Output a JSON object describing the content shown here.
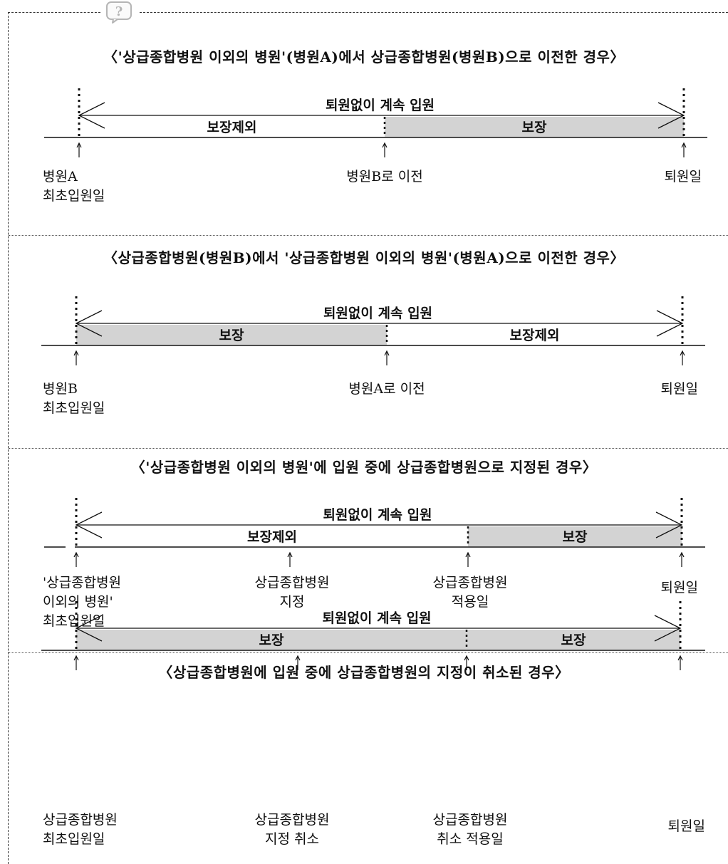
{
  "sections": [
    {
      "heading": "〈'상급종합병원 이외의 병원'(병원A)에서 상급종합병원(병원B)으로 이전한 경우〉",
      "span_label": "퇴원없이 계속 입원",
      "segments": [
        {
          "label": "보장제외",
          "shaded": false
        },
        {
          "label": "보장",
          "shaded": true
        }
      ],
      "markers": [
        {
          "lines": [
            "병원A",
            "최초입원일"
          ]
        },
        {
          "lines": [
            "병원B로 이전"
          ]
        },
        {
          "lines": [
            "퇴원일"
          ]
        }
      ]
    },
    {
      "heading": "〈상급종합병원(병원B)에서 '상급종합병원 이외의 병원'(병원A)으로 이전한 경우〉",
      "span_label": "퇴원없이 계속 입원",
      "segments": [
        {
          "label": "보장",
          "shaded": true
        },
        {
          "label": "보장제외",
          "shaded": false
        }
      ],
      "markers": [
        {
          "lines": [
            "병원B",
            "최초입원일"
          ]
        },
        {
          "lines": [
            "병원A로 이전"
          ]
        },
        {
          "lines": [
            "퇴원일"
          ]
        }
      ]
    },
    {
      "heading": "〈'상급종합병원 이외의 병원'에 입원 중에 상급종합병원으로 지정된 경우〉",
      "span_label": "퇴원없이 계속 입원",
      "segments": [
        {
          "label": "보장제외",
          "shaded": false
        },
        {
          "label": "보장",
          "shaded": true
        }
      ],
      "markers": [
        {
          "lines": [
            "'상급종합병원",
            "이외의 병원'",
            "최초입원일"
          ]
        },
        {
          "lines": [
            "상급종합병원",
            "지정"
          ]
        },
        {
          "lines": [
            "상급종합병원",
            "적용일"
          ]
        },
        {
          "lines": [
            "퇴원일"
          ]
        }
      ]
    },
    {
      "heading": "〈상급종합병원에 입원 중에 상급종합병원의 지정이 취소된 경우〉",
      "span_label": "퇴원없이 계속 입원",
      "segments": [
        {
          "label": "보장",
          "shaded": true
        },
        {
          "label": "보장",
          "shaded": true
        }
      ],
      "markers": [
        {
          "lines": [
            "상급종합병원",
            "최초입원일"
          ]
        },
        {
          "lines": [
            "상급종합병원",
            "지정 취소"
          ]
        },
        {
          "lines": [
            "상급종합병원",
            "취소 적용일"
          ]
        },
        {
          "lines": [
            "퇴원일"
          ]
        }
      ]
    }
  ],
  "colors": {
    "shade": "#d3d3d3",
    "line": "#111111"
  },
  "icon": "question-mark-icon"
}
